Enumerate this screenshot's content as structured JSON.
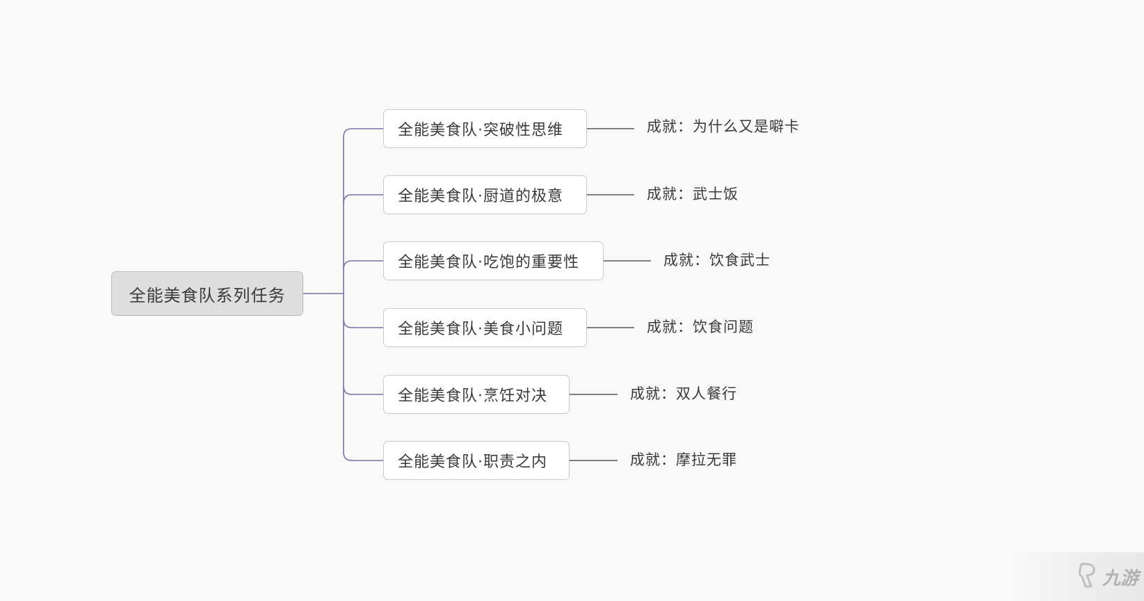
{
  "mindmap": {
    "root": {
      "label": "全能美食队系列任务"
    },
    "branches": [
      {
        "label": "全能美食队·突破性思维",
        "achievement": "成就：为什么又是噼卡"
      },
      {
        "label": "全能美食队·厨道的极意",
        "achievement": "成就：武士饭"
      },
      {
        "label": "全能美食队·吃饱的重要性",
        "achievement": "成就：饮食武士"
      },
      {
        "label": "全能美食队·美食小问题",
        "achievement": "成就：饮食问题"
      },
      {
        "label": "全能美食队·烹饪对决",
        "achievement": "成就：双人餐行"
      },
      {
        "label": "全能美食队·职责之内",
        "achievement": "成就：摩拉无罪"
      }
    ]
  },
  "colors": {
    "trunk_line": "#7a70a8",
    "leaf_line": "#555555",
    "root_fill": "#dedede",
    "node_fill": "#ffffff",
    "text": "#3a3a3a"
  },
  "watermark": {
    "text": "九游",
    "icon": "jiuyou-logo-icon"
  }
}
